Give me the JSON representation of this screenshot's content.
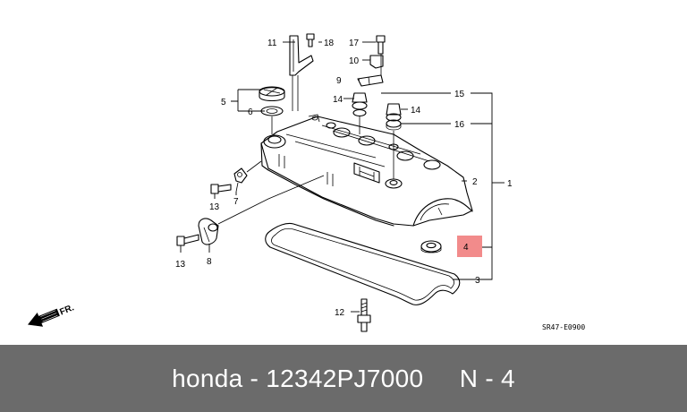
{
  "callouts": {
    "c1": "1",
    "c2": "2",
    "c3": "3",
    "c4": "4",
    "c5": "5",
    "c6": "6",
    "c7": "7",
    "c8": "8",
    "c9": "9",
    "c10": "10",
    "c11": "11",
    "c12": "12",
    "c13a": "13",
    "c13b": "13",
    "c14a": "14",
    "c14b": "14",
    "c15": "15",
    "c16": "16",
    "c17": "17",
    "c18": "18"
  },
  "highlight_color": "#f28b8b",
  "direction_label": "FR.",
  "drawing_code": "SR47-E0900",
  "caption": {
    "text": "honda - 12342PJ7000     N - 4"
  },
  "icons": {
    "direction_arrow": "front-arrow-icon"
  }
}
